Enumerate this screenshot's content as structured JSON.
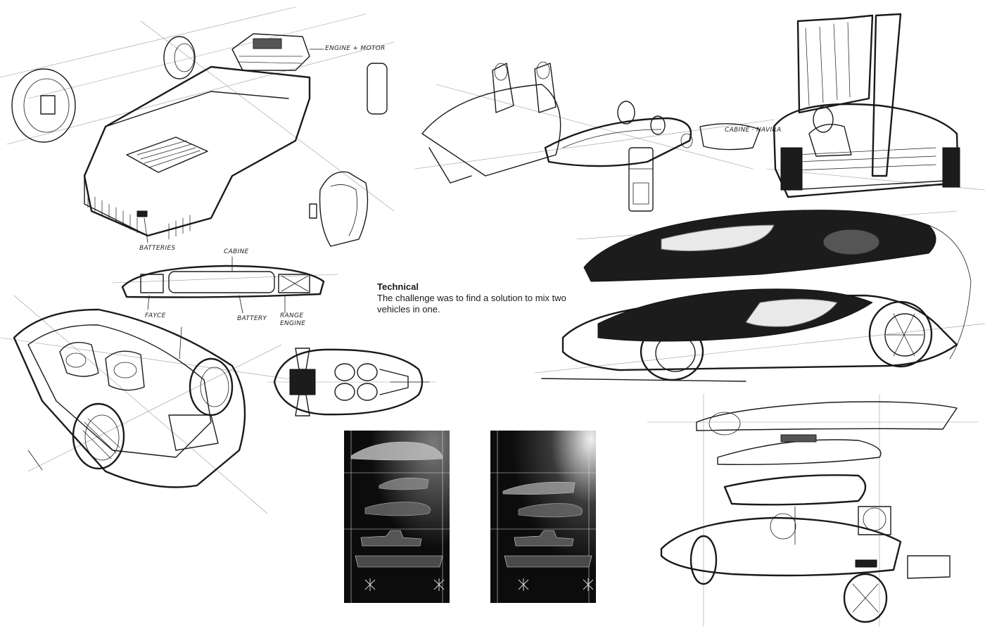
{
  "technical": {
    "title": "Technical",
    "body": "The challenge was to find a solution to mix two vehicles in one."
  },
  "annotations": {
    "engine_motor": "ENGINE + MOTOR",
    "batteries": "BATTERIES",
    "cabine": "CABINE",
    "fayce": "FAYCE",
    "battery": "BATTERY",
    "range_engine": "RANGE ENGINE",
    "cabin_tag": "CABINE · NAVIRA"
  },
  "colors": {
    "paper": "#ffffff",
    "ink": "#1a1a1a",
    "render_bg": "#0c0c0c"
  }
}
